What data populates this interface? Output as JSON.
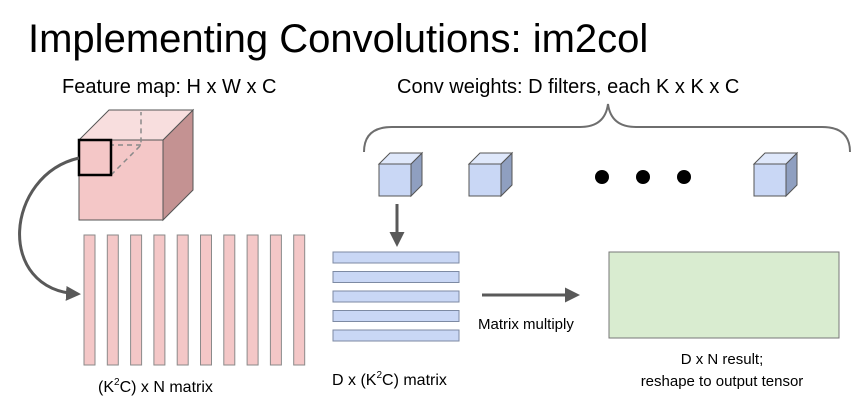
{
  "title": "Implementing Convolutions: im2col",
  "feature_map_label": "Feature map: H x W x C",
  "weights_label": "Conv weights: D filters, each K x K x C",
  "col_matrix_label": {
    "prefix": "(K",
    "sup": "2",
    "suffix": "C) x N matrix"
  },
  "weight_matrix_label": {
    "prefix": "D x (K",
    "sup": "2",
    "suffix": "C) matrix"
  },
  "multiply_label": "Matrix multiply",
  "result_label_line1": "D x N result;",
  "result_label_line2": "reshape to output tensor",
  "colors": {
    "feature_front": "#f4c7c7",
    "feature_top": "#f8dede",
    "feature_side": "#c49292",
    "filter_front": "#c9d7f5",
    "filter_top": "#dfe8fb",
    "filter_side": "#8f9fc0",
    "column_bar": "#f4c7c7",
    "row_bar": "#c9d7f5",
    "result": "#d9ecd0",
    "arrow": "#595959",
    "outline": "#6e6e6e"
  },
  "column_bar_count": 10,
  "row_bar_count": 5,
  "visible_filter_count": 3,
  "ellipsis_dot_count": 3
}
